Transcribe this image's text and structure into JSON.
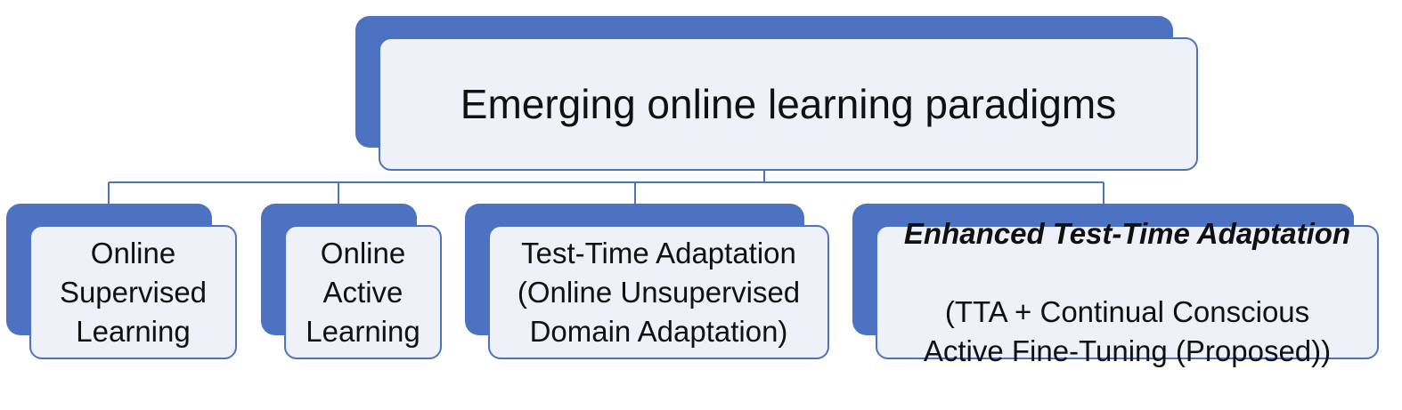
{
  "colors": {
    "accent": "#4E72C2",
    "box_fill": "#EEF1F8",
    "border": "#4E72C2"
  },
  "root": {
    "label": "Emerging online learning paradigms"
  },
  "children": [
    {
      "label": "Online\nSupervised\nLearning"
    },
    {
      "label": "Online\nActive\nLearning"
    },
    {
      "label": "Test-Time Adaptation\n(Online Unsupervised\nDomain Adaptation)"
    },
    {
      "emphasis": "Enhanced Test-Time Adaptation",
      "label": "(TTA + Continual Conscious\nActive Fine-Tuning (Proposed))"
    }
  ]
}
